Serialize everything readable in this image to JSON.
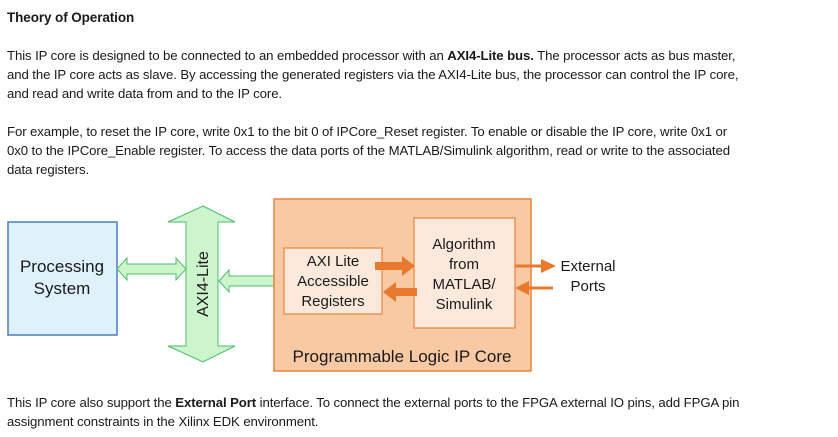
{
  "doc": {
    "title": "Theory of Operation",
    "para1": {
      "lines": [
        [
          "This IP core is designed to be connected to an embedded processor with an ",
          "AXI4-Lite bus.",
          " The processor acts as bus master,"
        ],
        "and the IP core acts as slave. By accessing the generated registers via the AXI4-Lite bus, the processor can control the IP core,",
        "and read and write data from and to the IP core."
      ]
    },
    "para2": {
      "lines": [
        "For example, to reset the IP core, write 0x1 to the bit 0 of IPCore_Reset register. To enable or disable the IP core, write 0x1 or",
        "0x0 to the IPCore_Enable register. To access the data ports of the MATLAB/Simulink algorithm, read or write to the associated",
        "data registers."
      ]
    },
    "para3": {
      "lines": [
        [
          "This IP core also support the ",
          "External Port",
          " interface. To connect the external ports to the FPGA external IO pins, add FPGA pin"
        ],
        "assignment constraints in the Xilinx EDK environment."
      ]
    }
  },
  "diagram": {
    "processing_system": [
      "Processing",
      "System"
    ],
    "bus_label": "AXI4-Lite",
    "axi_registers": [
      "AXI Lite",
      "Accessible",
      "Registers"
    ],
    "algorithm": [
      "Algorithm",
      "from",
      "MATLAB/",
      "Simulink"
    ],
    "external_ports": [
      "External",
      "Ports"
    ],
    "ip_core_label": "Programmable Logic IP Core",
    "colors": {
      "ps_fill": "#dff1fb",
      "ps_border": "#4a7ebb",
      "bus_fill": "#ccf5cc",
      "bus_border": "#4cbf6a",
      "core_fill": "#f9c9a3",
      "core_border": "#e8843a",
      "inner_fill": "#fce9dc",
      "arrow_orange": "#e8792e"
    }
  }
}
